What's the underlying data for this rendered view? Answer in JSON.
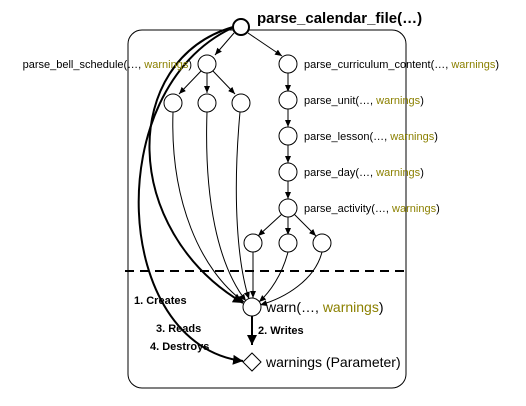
{
  "colors": {
    "highlight": "#8b8000",
    "line": "#000000",
    "background": "#ffffff"
  },
  "root": {
    "name": "parse_calendar_file(…)"
  },
  "functions": [
    {
      "name": "parse_bell_schedule",
      "prefix": "(…, ",
      "param": "warnings",
      "suffix": ")"
    },
    {
      "name": "parse_curriculum_content",
      "prefix": "(…, ",
      "param": "warnings",
      "suffix": ")"
    },
    {
      "name": "parse_unit",
      "prefix": "(…, ",
      "param": "warnings",
      "suffix": ")"
    },
    {
      "name": "parse_lesson",
      "prefix": "(…, ",
      "param": "warnings",
      "suffix": ")"
    },
    {
      "name": "parse_day",
      "prefix": "(…, ",
      "param": "warnings",
      "suffix": ")"
    },
    {
      "name": "parse_activity",
      "prefix": "(…, ",
      "param": "warnings",
      "suffix": ")"
    }
  ],
  "warn": {
    "name": "warn",
    "prefix": "(…, ",
    "param": "warnings",
    "suffix": ")"
  },
  "parameter": {
    "label": "warnings (Parameter)"
  },
  "steps": {
    "creates": "1. Creates",
    "writes": "2. Writes",
    "reads": "3. Reads",
    "destroys": "4. Destroys"
  }
}
